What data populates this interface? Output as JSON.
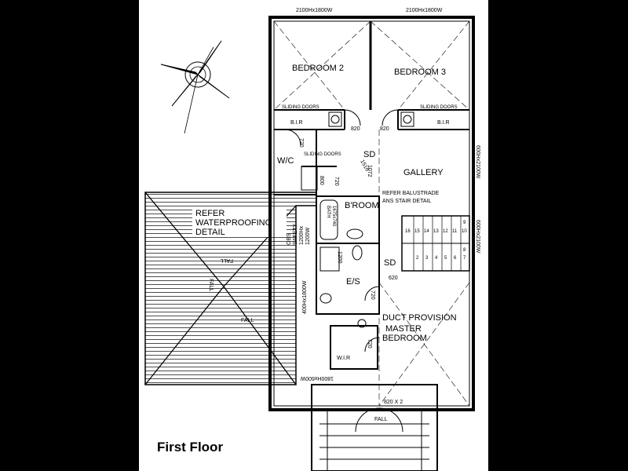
{
  "plan": {
    "caption": "First Floor",
    "windows": {
      "w_bed2_top": "2100Hx1800W",
      "w_bed3_top": "2100Hx1800W",
      "w_gallery_right": "600Hx2100W",
      "w_stair_right": "600Hx2100W",
      "w_ensuite_left": "400Hx1800W",
      "w_entry_bottom": "1800Hx600W"
    },
    "rooms": {
      "bedroom2": "BEDROOM 2",
      "bedroom3": "BEDROOM 3",
      "wc": "W/C",
      "gallery": "GALLERY",
      "bathroom": "B'ROOM",
      "ensuite": "E/S",
      "master": "MASTER",
      "master_bedroom": "BEDROOM",
      "wir": "W.I.R",
      "bir_left": "B.I.R",
      "bir_right": "B.I.R"
    },
    "notes": {
      "sliding_doors_left": "SLIDING DOORS",
      "sliding_doors_right": "SLIDING DOORS",
      "sliding_doors_mid": "SLIDING DOORS",
      "sd_top": "SD",
      "sd_mid": "SD",
      "dim_1516": "1516",
      "dim_1072": "1072",
      "refer_balustrade_1": "REFER BALUSTRADE",
      "refer_balustrade_2": "ANS STAIR DETAIL",
      "refer_waterproof_1": "REFER",
      "refer_waterproof_2": "WATERPROOFING",
      "refer_waterproof_3": "DETAIL",
      "obs_safety_1": "OBS",
      "obs_safety_2": "SAFETY",
      "obs_safety_3": "1200Hx",
      "obs_safety_4": "1200W",
      "bath": "BATH",
      "bath_size": "1675x740",
      "duct": "DUCT PROVISION",
      "door_820x2": "820 X 2",
      "door_820a": "820",
      "door_820b": "820",
      "door_720_wc": "720",
      "door_720_bath": "720",
      "door_720_es": "720",
      "door_720_wir": "720",
      "door_620": "620",
      "dim_800": "800",
      "dim_1200": "1200"
    },
    "roof": {
      "fall_1": "FALL",
      "fall_2": "FALL",
      "fall_3": "FALL",
      "fall_4": "FALL"
    },
    "stairs": {
      "upper": [
        "16",
        "15",
        "14",
        "13",
        "12",
        "11",
        "10"
      ],
      "lower": [
        "2",
        "3",
        "4",
        "5",
        "6",
        "7"
      ],
      "side_9": "9",
      "side_8": "8"
    }
  }
}
